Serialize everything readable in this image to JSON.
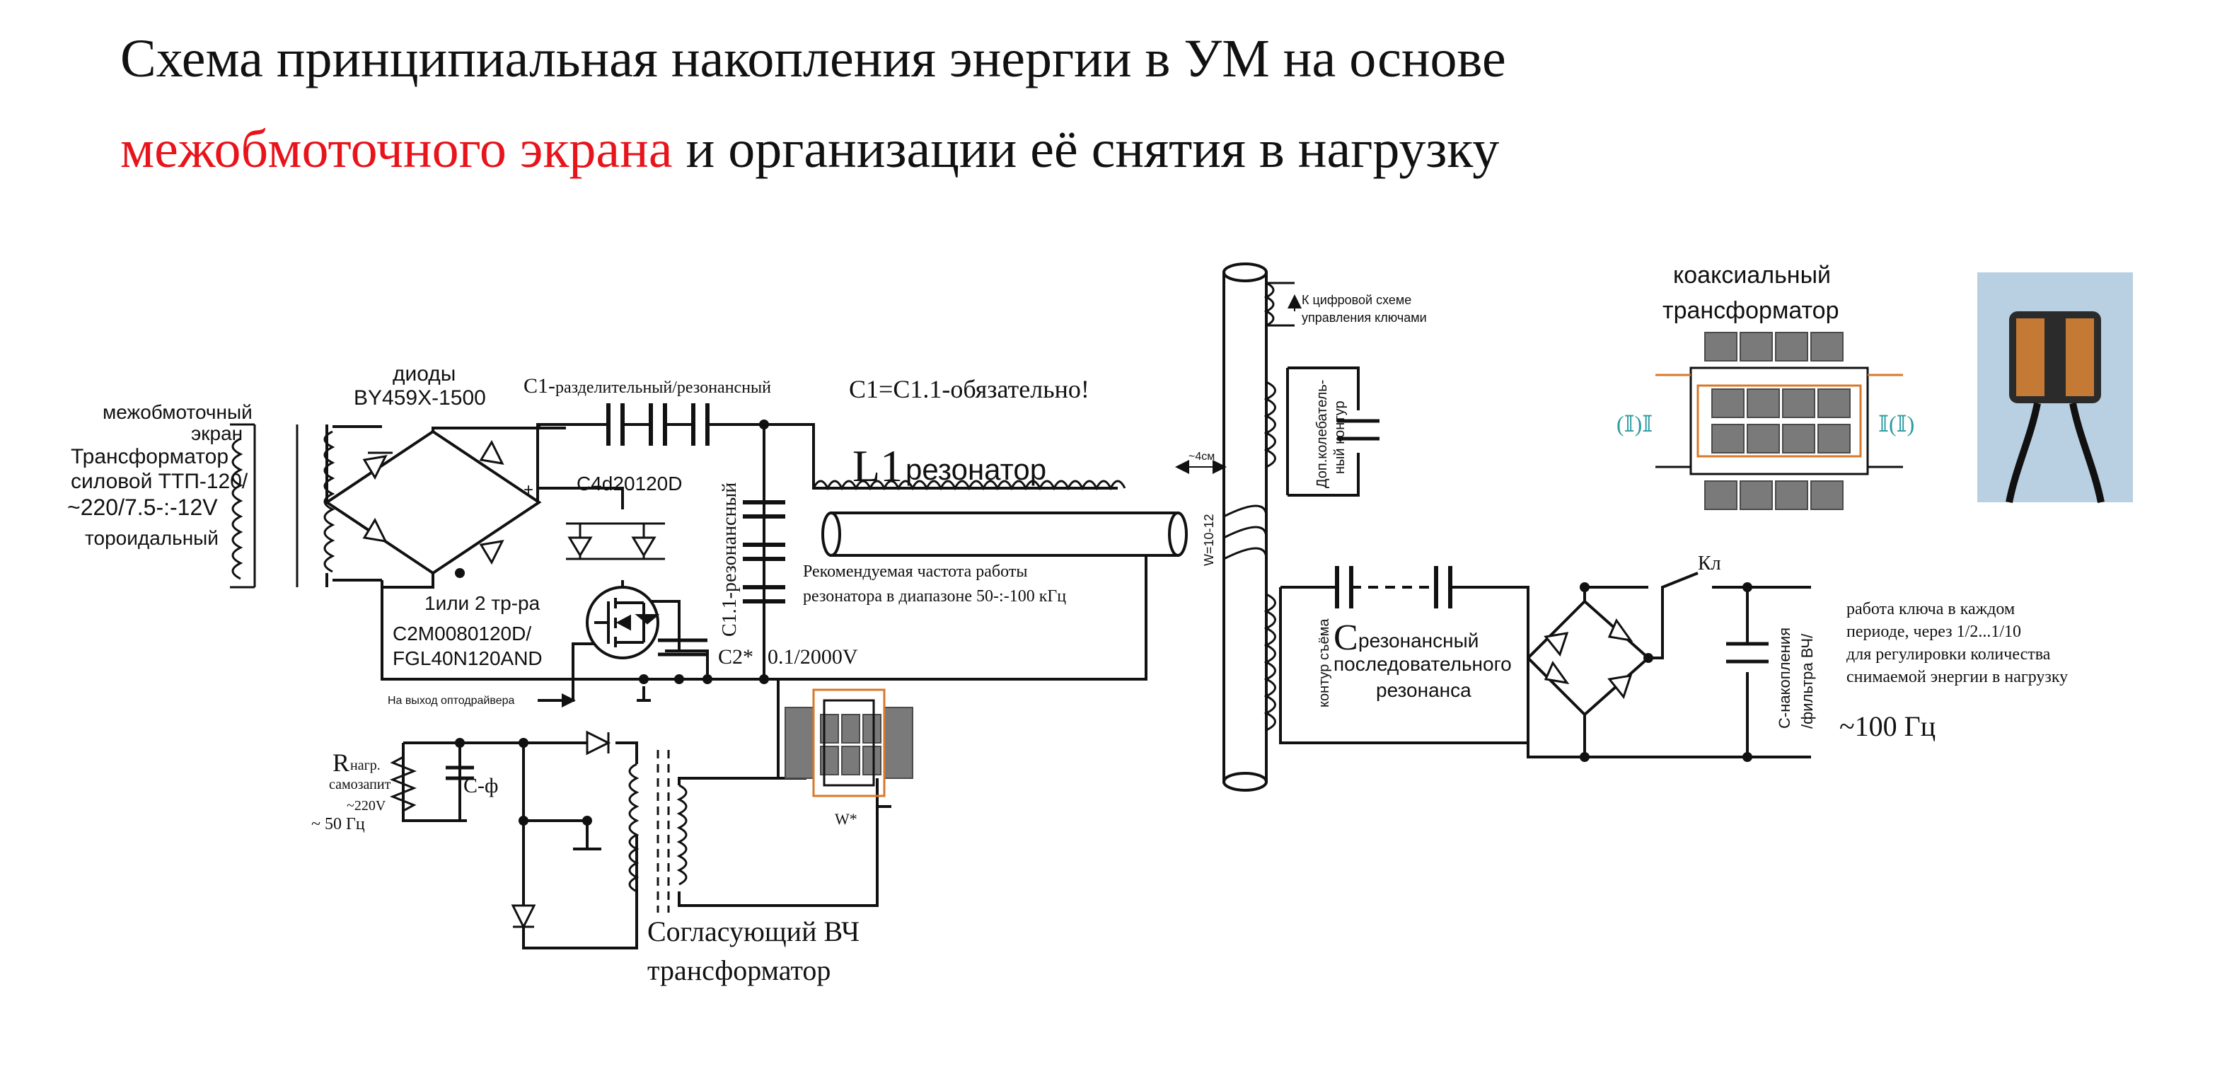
{
  "title": {
    "line1": "Схема принципиальная накопления энергии в УМ на основе",
    "line2_highlight": "межобмоточного экрана",
    "line2_rest": " и организации её снятия в нагрузку",
    "highlight_color": "#e8141b"
  },
  "labels": {
    "interwinding_screen": "межобмоточный",
    "screen": "экран",
    "transformer_1": "Трансформатор",
    "transformer_2": "силовой ТТП-120/",
    "transformer_3": "~220/7.5-:-12V",
    "transformer_4": "тороидальный",
    "diodes_1": "диоды",
    "diodes_2": "BY459X-1500",
    "plus": "+",
    "c1_name": "C1-",
    "c1_desc": "разделительный/резонансный",
    "c1_note": "C1=C1.1-обязательно!",
    "l1_name": "L1",
    "l1_desc": "резонатор",
    "c4d": "C4d20120D",
    "c11": "C1.1-резонансный",
    "trans_count": "1или 2 тр-ра",
    "mosfet_1": "C2M0080120D/",
    "mosfet_2": "FGL40N120AND",
    "c2": "C2*",
    "c2_value": "0.1/2000V",
    "freq_1": "Рекомендуемая частота работы",
    "freq_2": "резонатора в диапазоне 50-:-100 кГц",
    "optodriver": "На выход оптодрайвера",
    "w4cm": "~4см",
    "w1012": "W=10-12",
    "digital_1": "К цифровой схеме",
    "digital_2": "управления ключами",
    "extra_circuit_1": "Доп.колебатель-",
    "extra_circuit_2": "ный контур",
    "coax_1": "коаксиальный",
    "coax_2": "трансформатор",
    "coax_left": "(𝕀)𝕀",
    "coax_right": "𝕀(𝕀)",
    "pickup": "контур съёма",
    "cres_big": "C",
    "cres_1": "резонансный",
    "cres_2": "последовательного",
    "cres_3": "резонанса",
    "key": "Кл",
    "c_store_1": "C-накопления",
    "c_store_2": "/фильтра ВЧ/",
    "key_note_1": "работа ключа в каждом",
    "key_note_2": "периоде, через 1/2...1/10",
    "key_note_3": "для регулировки количества",
    "key_note_4": "снимаемой энергии в нагрузку",
    "hz100": "~100 Гц",
    "r_big": "R",
    "r_1": "нагр.",
    "r_2": "самозапит",
    "r_3": "~220V",
    "r_4": "~ 50 Гц",
    "cf": "C-ф",
    "w_star": "W*",
    "matching_1": "Согласующий ВЧ",
    "matching_2": "трансформатор"
  },
  "colors": {
    "line": "#111111",
    "core_gray": "#7a7a7a",
    "core_dark": "#5a5a5a",
    "orange": "#d8782a",
    "teal": "#2a9aa0"
  }
}
